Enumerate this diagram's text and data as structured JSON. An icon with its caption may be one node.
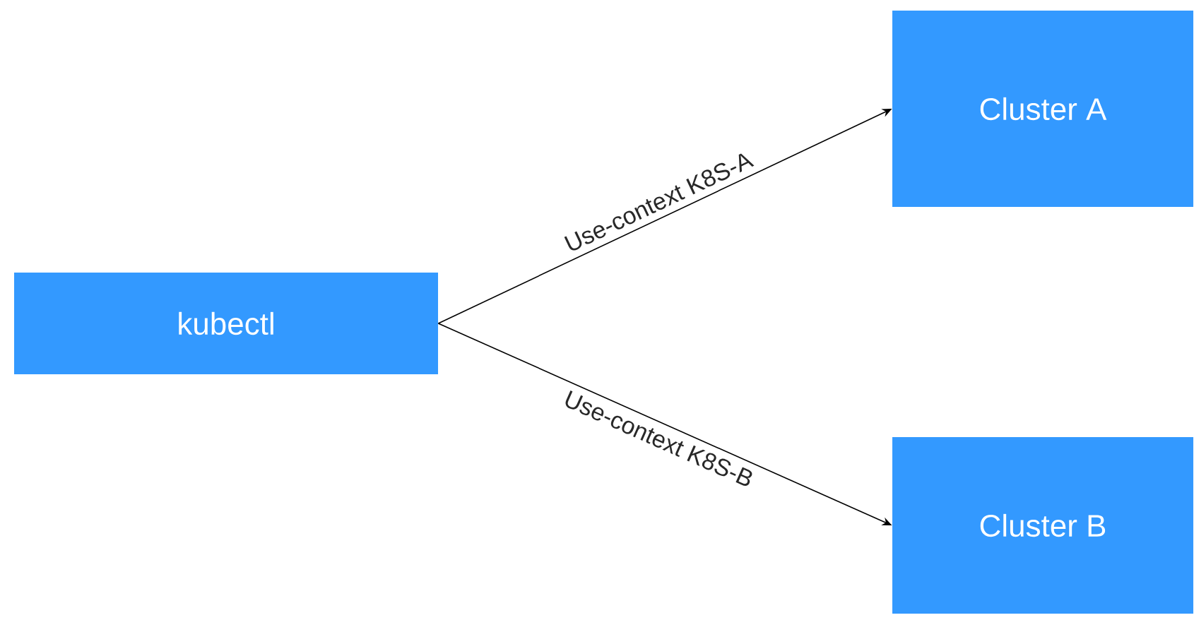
{
  "diagram": {
    "nodes": [
      {
        "text": [
          "kubectl"
        ]
      },
      {
        "text": [
          "Cluster A"
        ]
      },
      {
        "text": [
          "Cluster B"
        ]
      }
    ],
    "edges": [
      {
        "from": 0,
        "to": 1,
        "arrow": "to",
        "label": "Use-context  K8S-A"
      },
      {
        "from": 0,
        "to": 2,
        "arrow": "to",
        "label": "Use-context  K8S-B"
      }
    ]
  }
}
